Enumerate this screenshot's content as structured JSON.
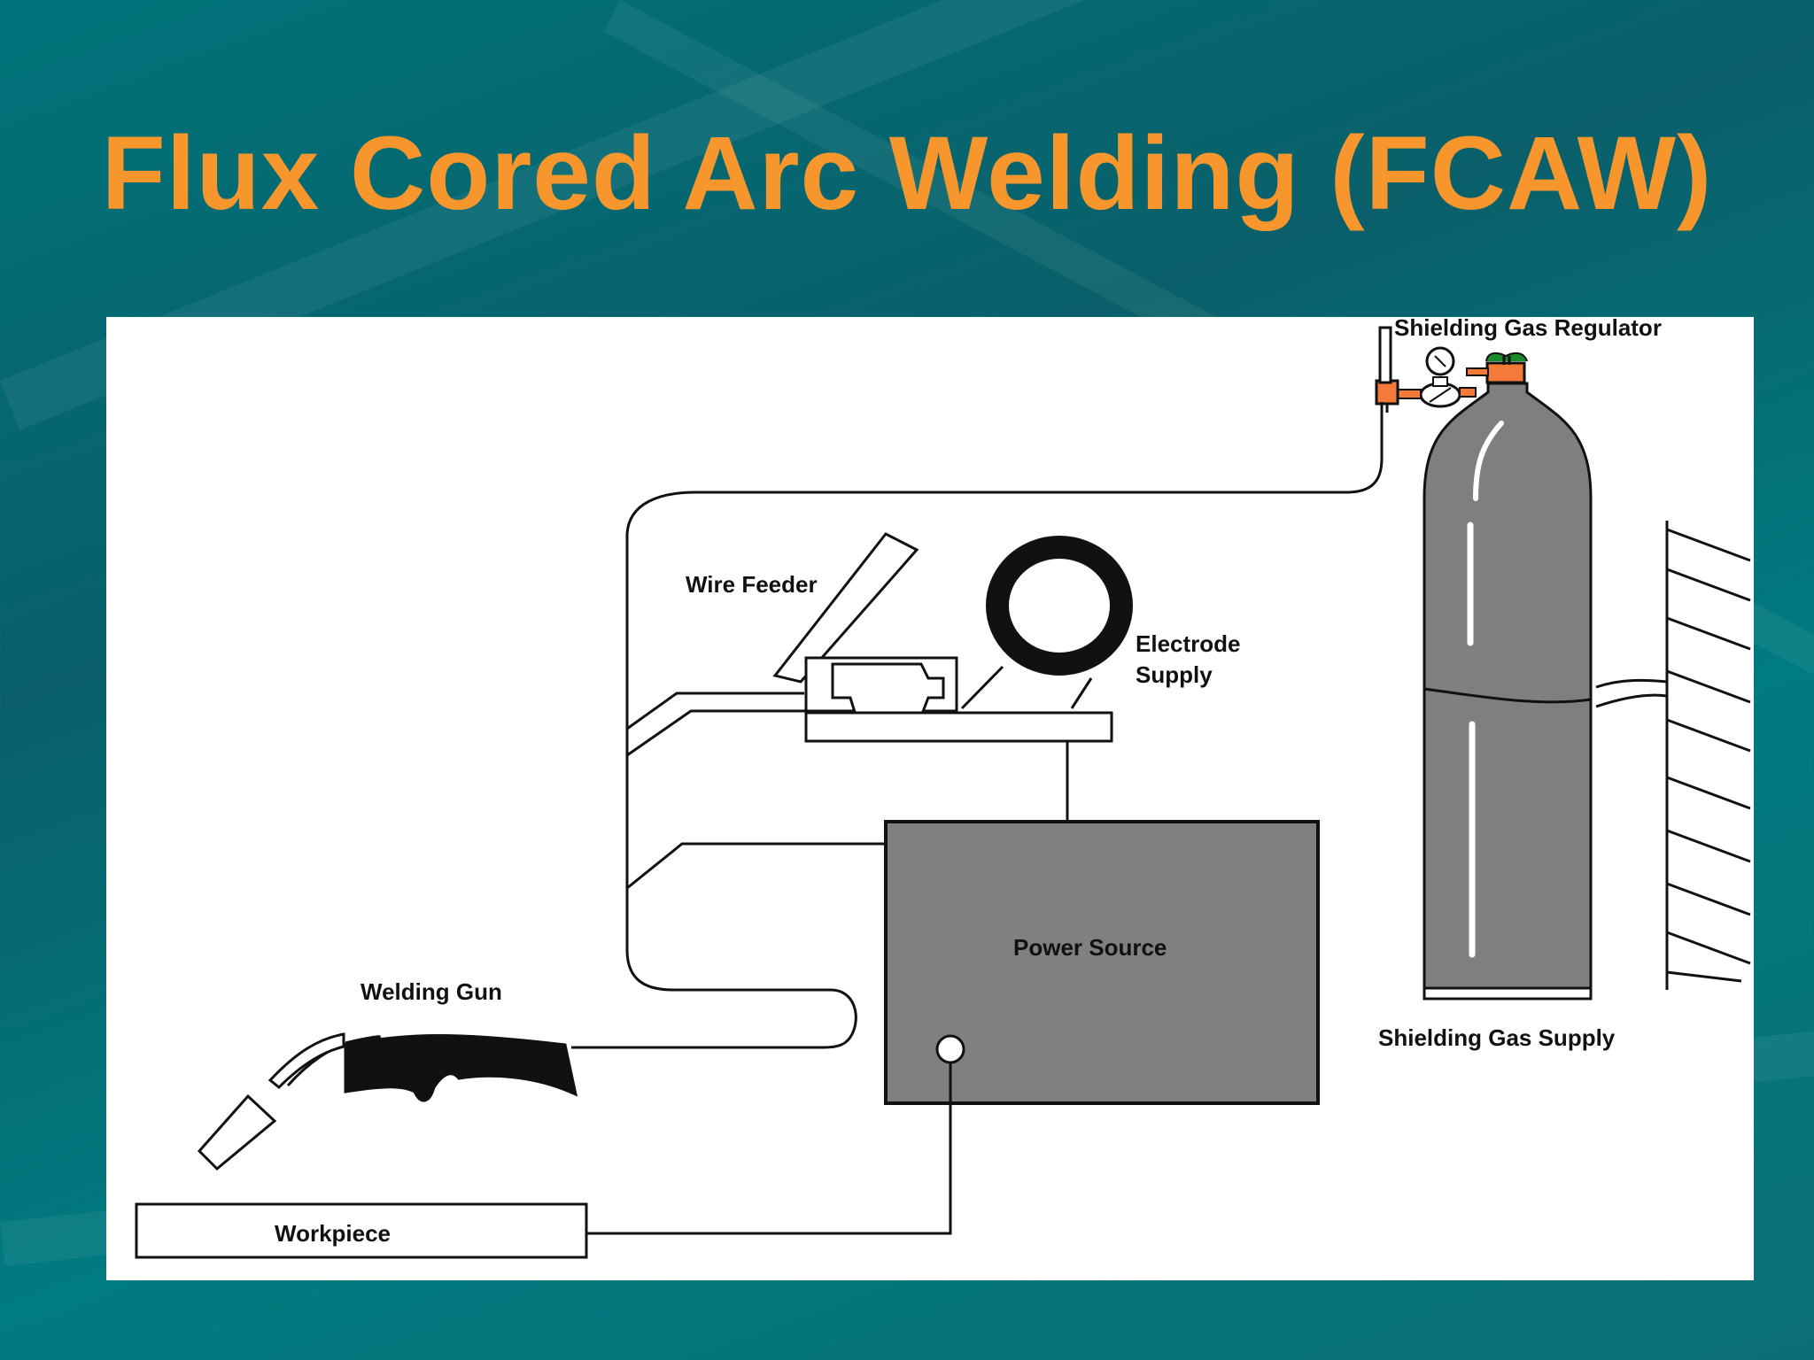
{
  "slide": {
    "title": "Flux Cored Arc Welding (FCAW)"
  },
  "diagram": {
    "labels": {
      "regulator": "Shielding Gas Regulator",
      "wire_feeder": "Wire Feeder",
      "electrode_line1": "Electrode",
      "electrode_line2": "Supply",
      "power_source": "Power Source",
      "welding_gun": "Welding Gun",
      "gas_supply": "Shielding Gas Supply",
      "workpiece": "Workpiece"
    },
    "colors": {
      "title": "#f7962d",
      "background": "#00737a",
      "panel": "#ffffff",
      "power_source_fill": "#808080",
      "cylinder_fill": "#7f7f7f",
      "regulator_orange": "#f47a3a",
      "valve_green": "#1b8a2e"
    }
  }
}
